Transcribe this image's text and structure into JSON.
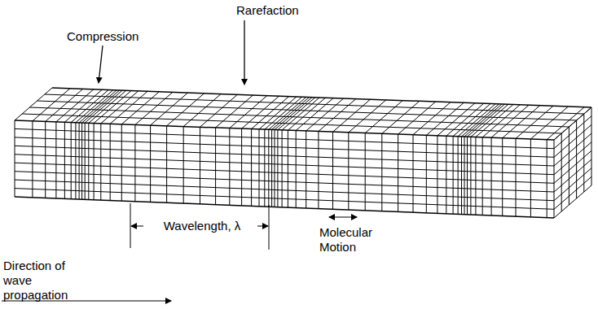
{
  "diagram": {
    "labels": [
      "Rarefaction",
      "Compression",
      "Wavelength, λ",
      "Molecular Motion",
      "Direction of wave propagation"
    ]
  }
}
